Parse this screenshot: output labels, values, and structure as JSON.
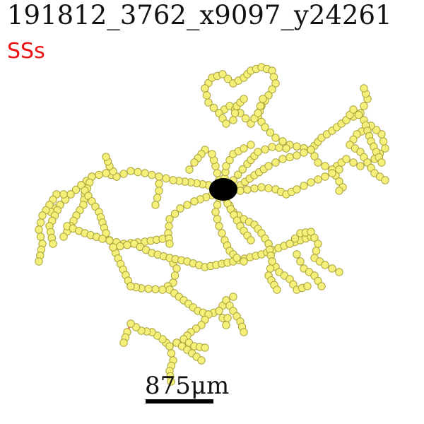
{
  "title": "191812_3762_x9097_y24261",
  "label": "SSs",
  "scale_bar": {
    "label": "875μm"
  },
  "colors": {
    "label": "#ee1111",
    "edge": "#f47a72",
    "node_fill": "#f5f07a",
    "node_stroke": "#a8a23a",
    "soma": "#000000"
  }
}
